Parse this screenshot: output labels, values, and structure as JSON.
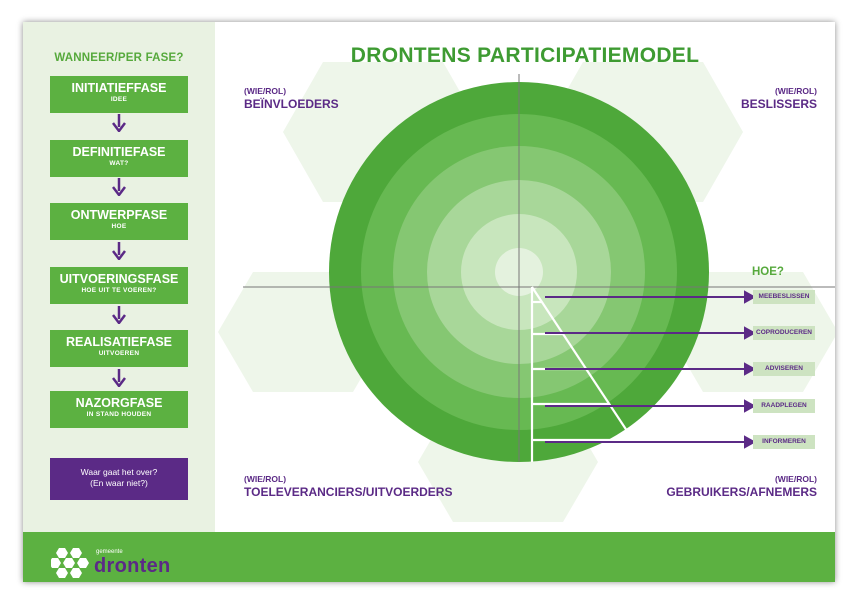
{
  "title": "DRONTENS PARTICIPATIEMODEL",
  "sidebar": {
    "title": "WANNEER/PER FASE?",
    "phases": [
      {
        "name": "INITIATIEFFASE",
        "sub": "IDEE"
      },
      {
        "name": "DEFINITIEFASE",
        "sub": "WAT?"
      },
      {
        "name": "ONTWERPFASE",
        "sub": "HOE"
      },
      {
        "name": "UITVOERINGSFASE",
        "sub": "HOE UIT TE VOEREN?"
      },
      {
        "name": "REALISATIEFASE",
        "sub": "UITVOEREN"
      },
      {
        "name": "NAZORGFASE",
        "sub": "IN STAND HOUDEN"
      }
    ],
    "question_line1": "Waar gaat het over?",
    "question_line2": "(En waar niet?)"
  },
  "quadrants": {
    "top_left": {
      "small": "(WIE/ROL)",
      "label": "BEÏNVLOEDERS"
    },
    "top_right": {
      "small": "(WIE/ROL)",
      "label": "BESLISSERS"
    },
    "bottom_left": {
      "small": "(WIE/ROL)",
      "label": "TOELEVERANCIERS/UITVOERDERS"
    },
    "bottom_right": {
      "small": "(WIE/ROL)",
      "label": "GEBRUIKERS/AFNEMERS"
    }
  },
  "hoe": {
    "title": "HOE?",
    "levels": [
      "MEEBESLISSEN",
      "COPRODUCEREN",
      "ADVISEREN",
      "RAADPLEGEN",
      "INFORMEREN"
    ]
  },
  "footer": {
    "municipality": "gemeente",
    "brand": "dronten"
  },
  "colors": {
    "green": "#5cb141",
    "title_green": "#3e9b32",
    "purple": "#5b2a86",
    "sidebar_bg": "#e9f2e2",
    "ring_colors": [
      "#4ea83a",
      "#67b952",
      "#85c772",
      "#a8d799",
      "#c8e6bd",
      "#e4f2de"
    ]
  }
}
